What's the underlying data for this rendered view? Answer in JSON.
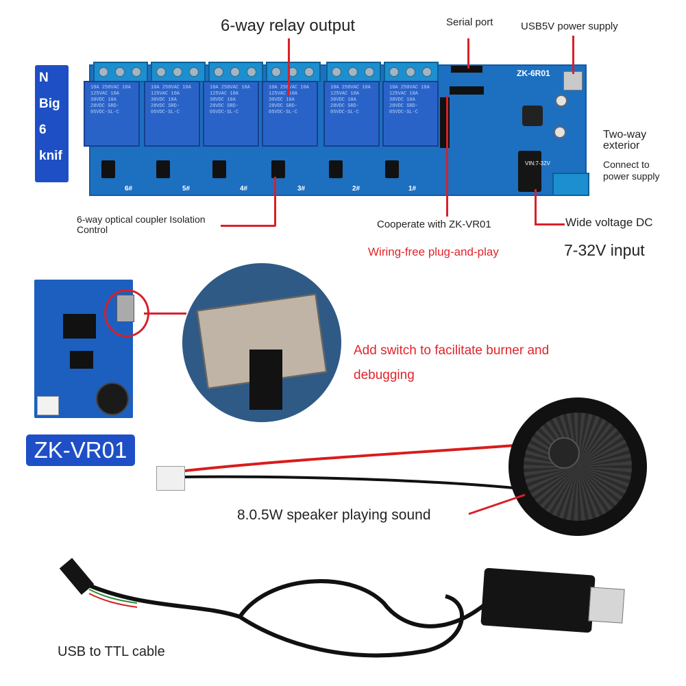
{
  "side_tag": [
    "N",
    "Big",
    "6",
    "knif"
  ],
  "labels": {
    "relay_output": "6-way relay output",
    "serial_port": "Serial port",
    "usb_power": "USB5V power supply",
    "two_way_exterior": "Two-way\nexterior",
    "connect_power": "Connect to\npower supply",
    "optical_coupler": "6-way optical coupler Isolation\nControl",
    "cooperate": "Cooperate with ZK-VR01",
    "wiring_free": "Wiring-free plug-and-play",
    "wide_voltage": "Wide voltage DC",
    "voltage_input": "7-32V input",
    "switch_note": "Add switch to facilitate burner and\ndebugging",
    "speaker": "8.0.5W speaker playing sound",
    "usb_ttl": "USB to TTL cable"
  },
  "board": {
    "model": "ZK-6R01",
    "vin_marking": "VIN:7-32V",
    "channels": [
      "6#",
      "5#",
      "4#",
      "3#",
      "2#",
      "1#"
    ],
    "relay_marking": "10A 250VAC 10A 125VAC 10A 30VDC 10A 28VDC SRD-05VDC-SL-C"
  },
  "module_badge": "ZK-VR01",
  "colors": {
    "board_blue": "#1d6fc0",
    "badge_blue": "#1f4fc6",
    "callout_red": "#d8202a"
  }
}
